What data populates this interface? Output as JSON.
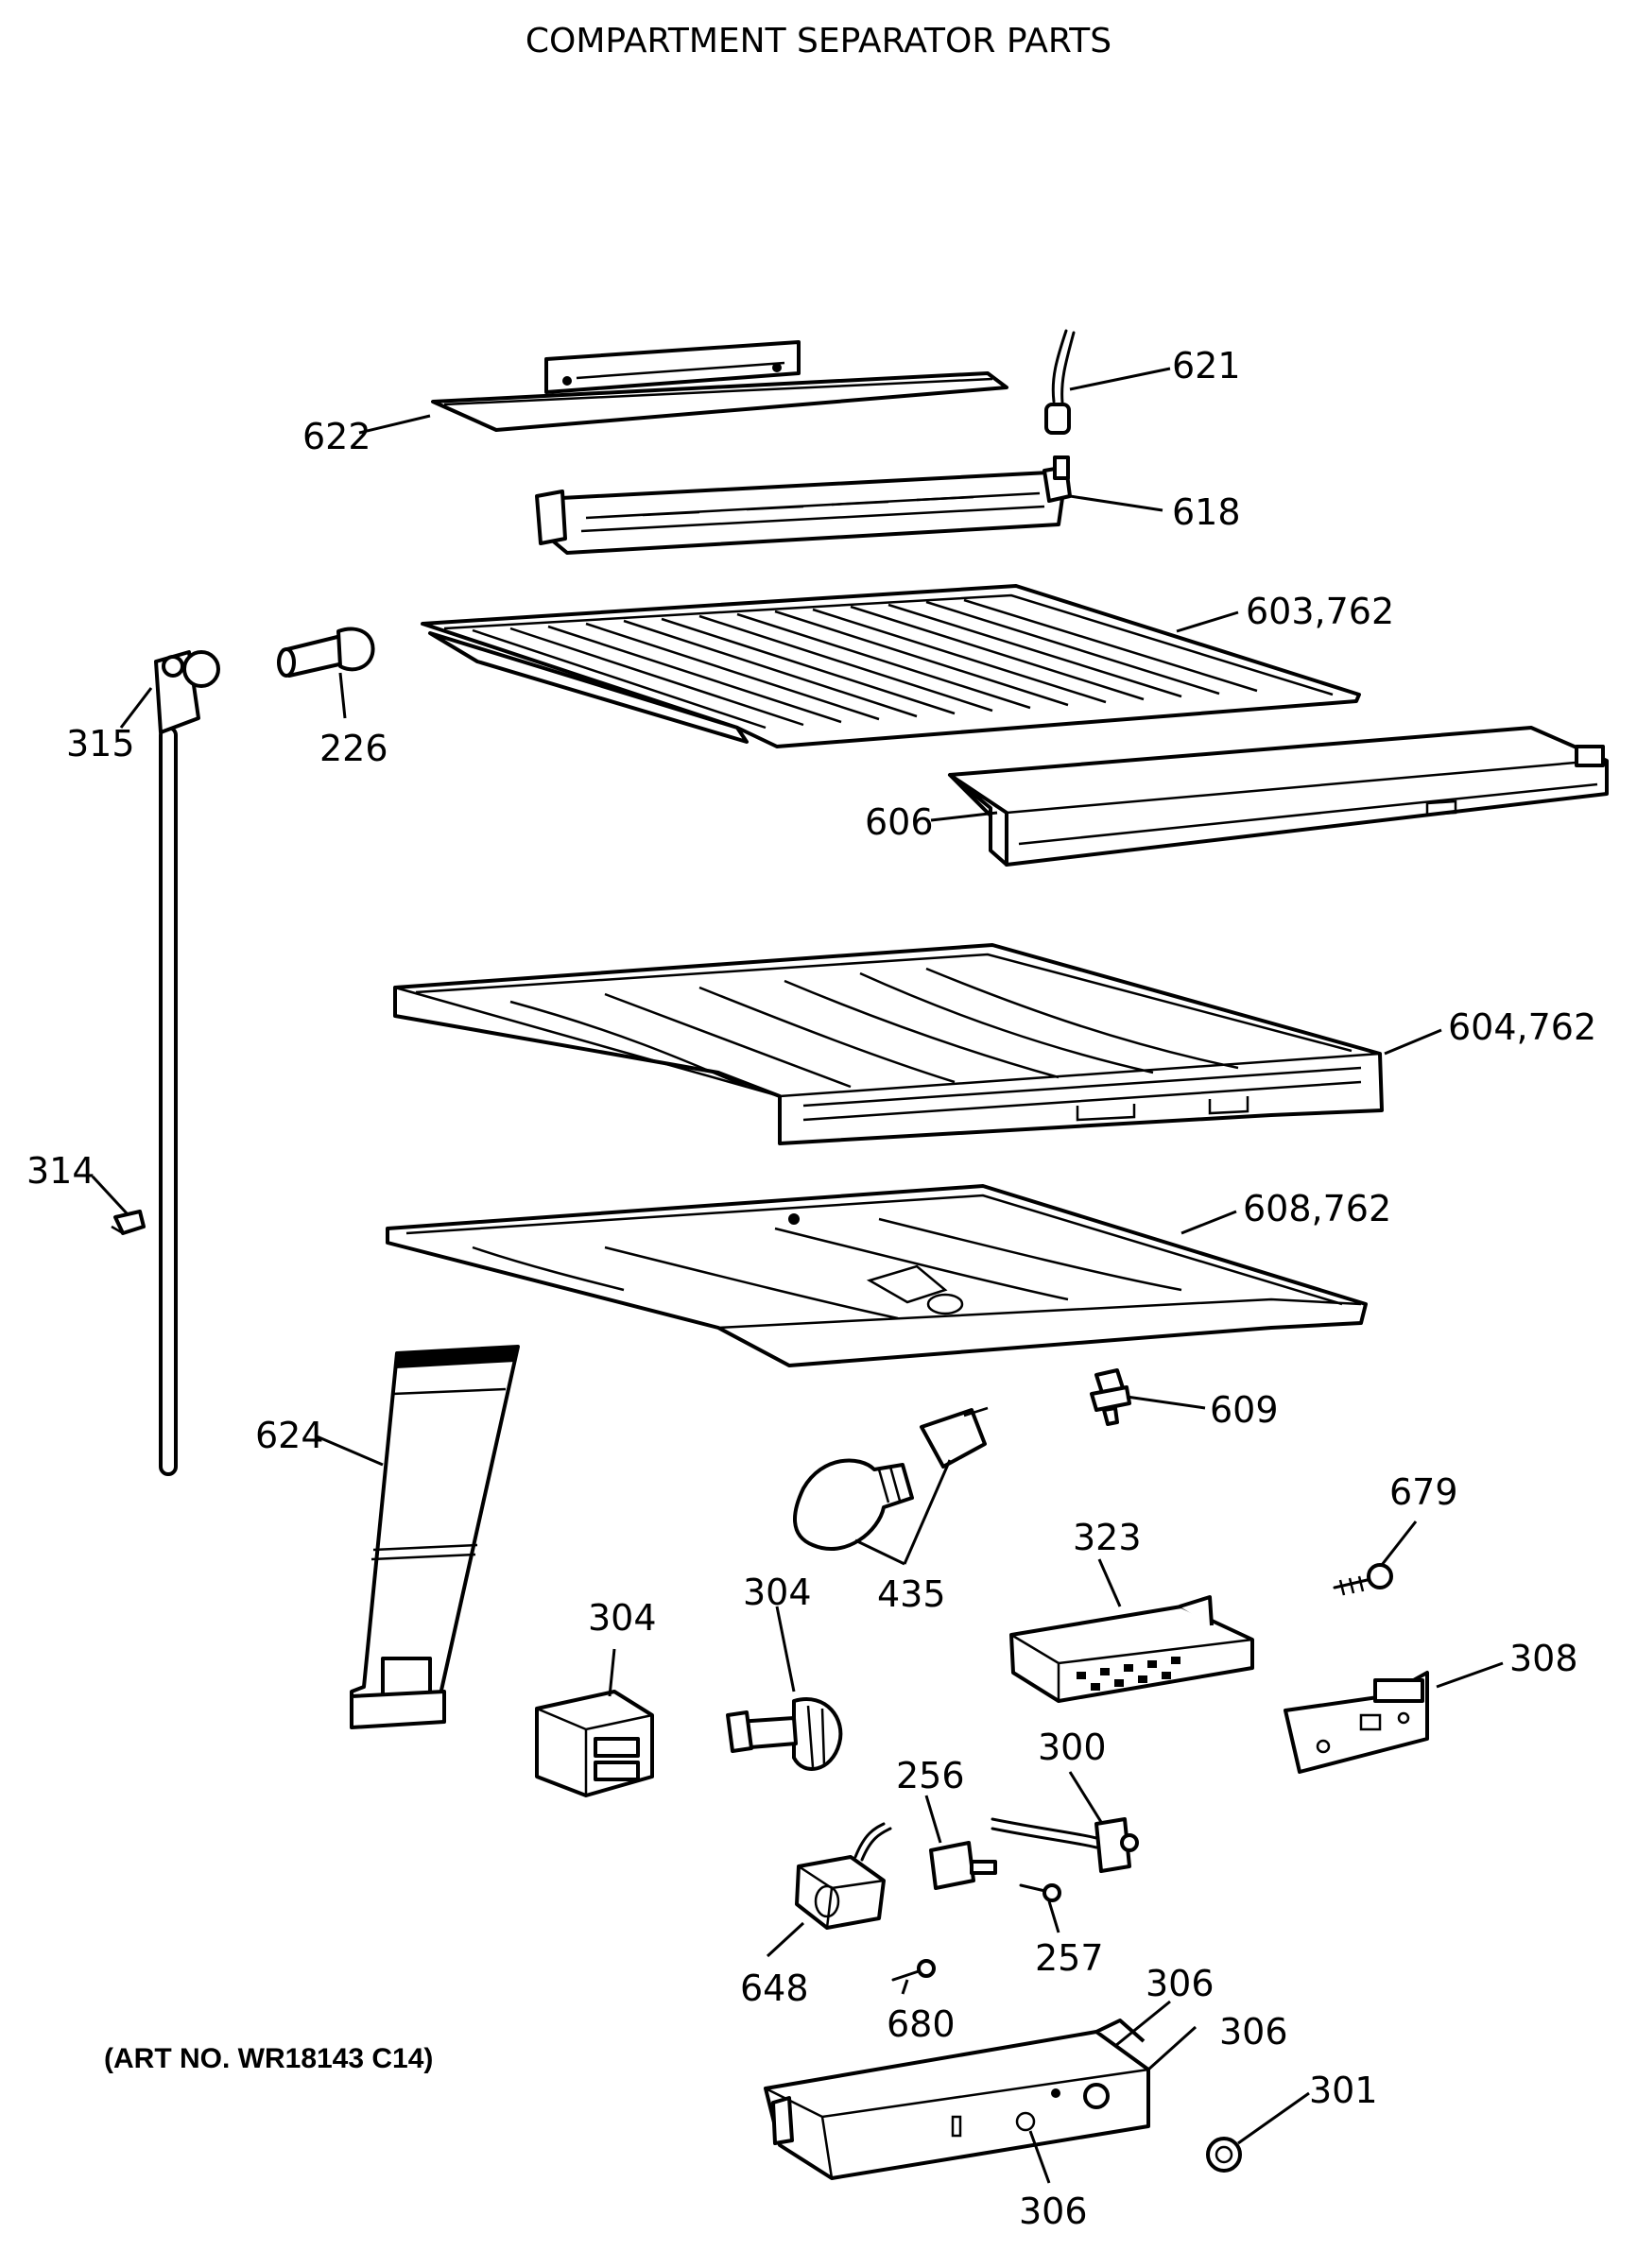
{
  "title": "COMPARTMENT SEPARATOR PARTS",
  "art_number": "(ART NO. WR18143 C14)",
  "callouts": {
    "c621": "621",
    "c622": "622",
    "c618": "618",
    "c603": "603,762",
    "c315": "315",
    "c226": "226",
    "c606": "606",
    "c604": "604,762",
    "c314": "314",
    "c608": "608,762",
    "c609": "609",
    "c624": "624",
    "c679": "679",
    "c323": "323",
    "c435": "435",
    "c304a": "304",
    "c304b": "304",
    "c308": "308",
    "c256": "256",
    "c300": "300",
    "c257": "257",
    "c648": "648",
    "c680": "680",
    "c306a": "306",
    "c306b": "306",
    "c306c": "306",
    "c301": "301"
  }
}
